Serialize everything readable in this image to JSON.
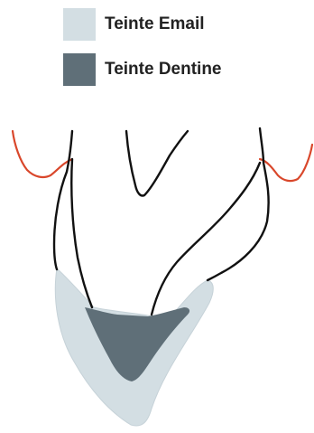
{
  "legend": {
    "items": [
      {
        "key": "enamel",
        "label": "Teinte Email",
        "color": "#d3dee3"
      },
      {
        "key": "dentine",
        "label": "Teinte Dentine",
        "color": "#5f6f78"
      }
    ]
  },
  "colors": {
    "outline": "#111111",
    "gingiva": "#d9472b",
    "enamel_stroke": "#c6d2d8"
  }
}
